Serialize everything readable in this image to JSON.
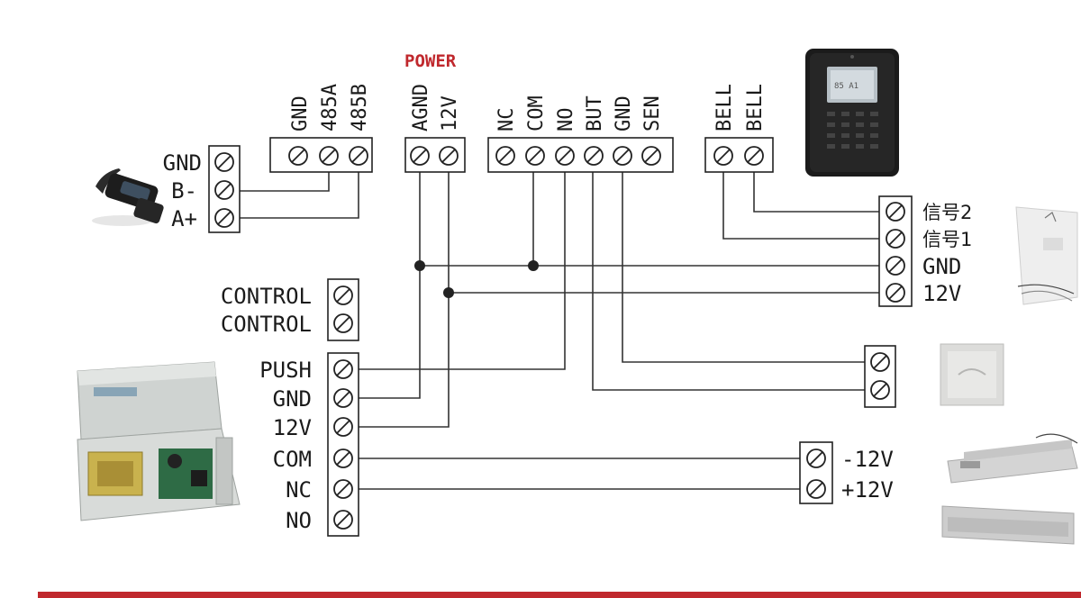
{
  "top_labels": {
    "power_title": "POWER",
    "rs485": [
      "GND",
      "485A",
      "485B"
    ],
    "power": [
      "AGND",
      "12V"
    ],
    "relay": [
      "NC",
      "COM",
      "NO",
      "BUT",
      "GND",
      "SEN"
    ],
    "bell": [
      "BELL",
      "BELL"
    ]
  },
  "reader_terminal": [
    "GND",
    "B-",
    "A+"
  ],
  "control_terminal": [
    "CONTROL",
    "CONTROL"
  ],
  "psu_terminal": [
    "PUSH",
    "GND",
    "12V",
    "COM",
    "NC",
    "NO"
  ],
  "doorbell_terminal": [
    "信号2",
    "信号1",
    "GND",
    "12V"
  ],
  "lock_terminal": [
    "-12V",
    "+12V"
  ],
  "icons": [
    "card-reader-icon",
    "access-terminal-icon",
    "power-supply-icon",
    "doorbell-icon",
    "exit-button-icon",
    "electric-bolt-icon",
    "magnetic-lock-icon"
  ],
  "colors": {
    "accent": "#c0282d",
    "line": "#333333"
  }
}
